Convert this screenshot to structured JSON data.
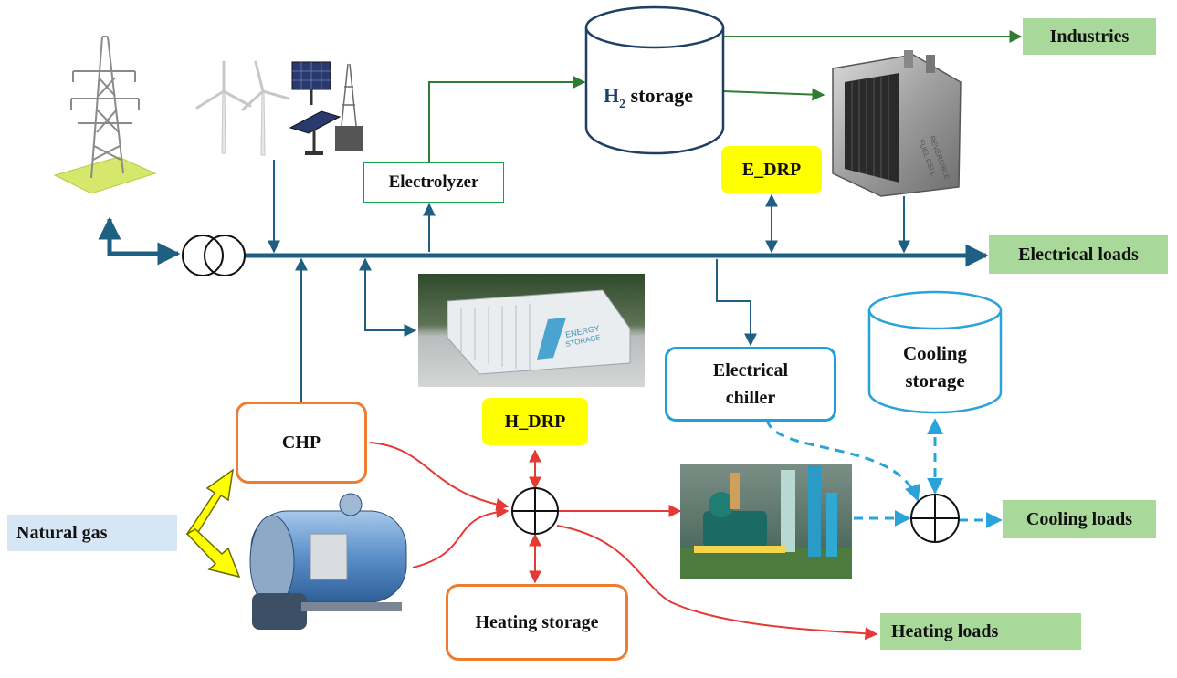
{
  "nodes": {
    "industries": "Industries",
    "h2_storage_main": "H",
    "h2_storage_sub": "2",
    "h2_storage_suffix": " storage",
    "electrolyzer": "Electrolyzer",
    "e_drp": "E_DRP",
    "electrical_loads": "Electrical loads",
    "cooling_storage": "Cooling storage",
    "electrical_chiller": "Electrical chiller",
    "h_drp": "H_DRP",
    "chp": "CHP",
    "natural_gas": "Natural gas",
    "cooling_loads": "Cooling loads",
    "heating_storage": "Heating storage",
    "heating_loads": "Heating loads"
  },
  "illustrations": {
    "fuel_cell_text_1": "REVERSIBLE",
    "fuel_cell_text_2": "FUEL CELL",
    "energy_storage_text_1": "ENERGY",
    "energy_storage_text_2": "STORAGE"
  },
  "colors": {
    "electric_bus": "#1f5f82",
    "hydrogen": "#2e7d32",
    "heat": "#e53935",
    "cooling": "#29a3d9",
    "label_green": "#a9d99a",
    "drp_yellow": "#ffff00",
    "gas_yellow": "#ffff00",
    "orange_border": "#ed7d31"
  },
  "icons": [
    "transmission-tower-icon",
    "wind-turbine-icon",
    "solar-panel-icon",
    "transformer-icon",
    "reversible-fuel-cell-icon",
    "energy-storage-container-icon",
    "gas-boiler-icon",
    "chiller-plant-icon",
    "summing-junction-icon"
  ]
}
